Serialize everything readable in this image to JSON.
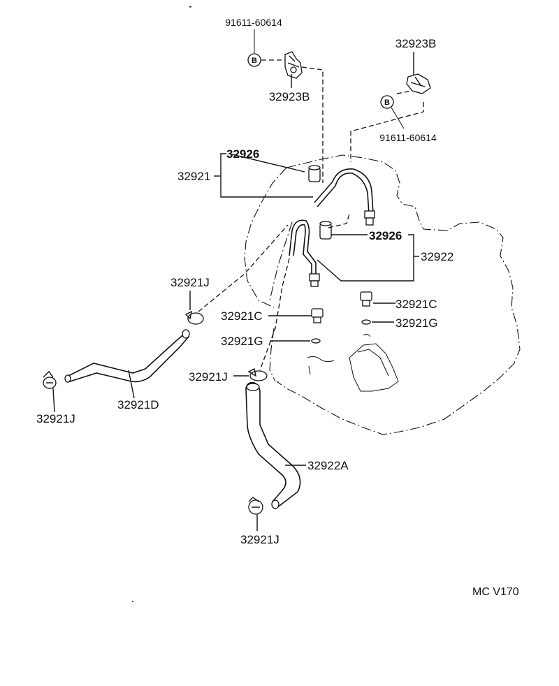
{
  "diagram": {
    "labels": {
      "bolt_top": "91611-60614",
      "bolt_b_top": "B",
      "clamp_top": "32923B",
      "clamp_right": "32923B",
      "bolt_b_right": "B",
      "bolt_right": "91611-60614",
      "sleeve_upper": "32926",
      "pipe_upper": "32921",
      "sleeve_lower": "32926",
      "pipe_lower": "32922",
      "clip_mid": "32921J",
      "union_right": "32921C",
      "union_left": "32921C",
      "gasket_right": "32921G",
      "gasket_left": "32921G",
      "clip_center": "32921J",
      "clip_left": "32921J",
      "hose_left": "32921D",
      "hose_lower": "32922A",
      "clip_bottom": "32921J"
    },
    "reference_code": "MC V170"
  }
}
